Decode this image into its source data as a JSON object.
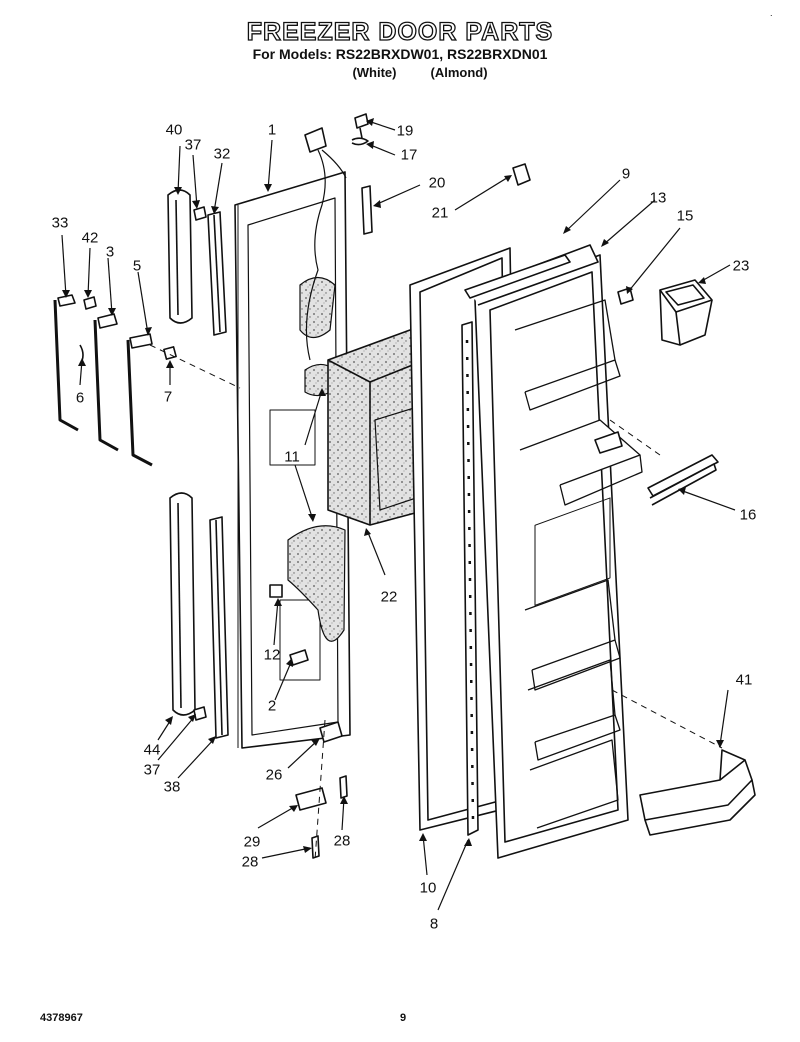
{
  "header": {
    "title": "FREEZER DOOR PARTS",
    "subtitle": "For Models: RS22BRXDW01, RS22BRXDN01",
    "variant_white": "(White)",
    "variant_almond": "(Almond)"
  },
  "part_labels": {
    "p1": "1",
    "p2": "2",
    "p3": "3",
    "p5": "5",
    "p6": "6",
    "p7": "7",
    "p8": "8",
    "p9": "9",
    "p10": "10",
    "p11": "11",
    "p12": "12",
    "p13": "13",
    "p15": "15",
    "p16": "16",
    "p17": "17",
    "p19": "19",
    "p20": "20",
    "p21": "21",
    "p22": "22",
    "p23": "23",
    "p26": "26",
    "p28a": "28",
    "p28b": "28",
    "p29": "29",
    "p32": "32",
    "p33": "33",
    "p37a": "37",
    "p37b": "37",
    "p38": "38",
    "p40": "40",
    "p41": "41",
    "p42": "42",
    "p44": "44"
  },
  "footer": {
    "doc_number": "4378967",
    "page_number": "9"
  },
  "colors": {
    "ink": "#111111",
    "paper": "#ffffff",
    "insulation": "#d6d6d6"
  }
}
